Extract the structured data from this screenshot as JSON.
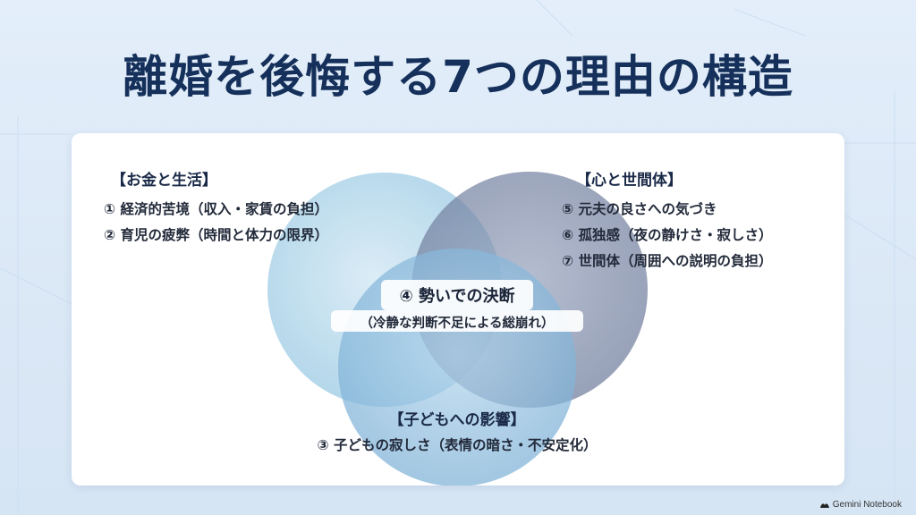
{
  "title": "離婚を後悔する7つの理由の構造",
  "groups": {
    "money": {
      "heading": "【お金と生活】",
      "items": [
        "① 経済的苦境（収入・家賃の負担）",
        "② 育児の疲弊（時間と体力の限界）"
      ]
    },
    "heart": {
      "heading": "【心と世間体】",
      "items": [
        "⑤ 元夫の良さへの気づき",
        "⑥ 孤独感（夜の静けさ・寂しさ）",
        "⑦ 世間体（周囲への説明の負担）"
      ]
    },
    "children": {
      "heading": "【子どもへの影響】",
      "items": [
        "③ 子どもの寂しさ（表情の暗さ・不安定化）"
      ]
    },
    "center": {
      "title": "④ 勢いでの決断",
      "subtitle": "（冷静な判断不足による総崩れ）"
    }
  },
  "colors": {
    "title": "#15305a",
    "circle_money": "#8fc3df",
    "circle_heart": "#6f7d9c",
    "circle_children": "#7fb3d8"
  },
  "brand": "Gemini Notebook"
}
